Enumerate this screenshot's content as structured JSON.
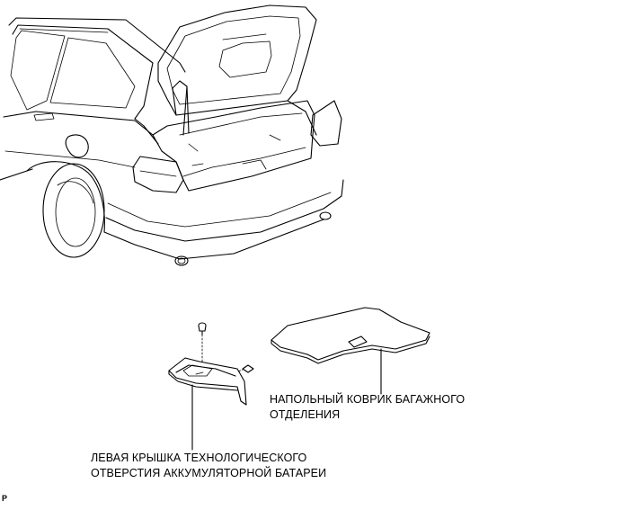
{
  "labels": {
    "mat_line1": "НАПОЛЬНЫЙ КОВРИК БАГАЖНОГО",
    "mat_line2": "ОТДЕЛЕНИЯ",
    "cover_line1": "ЛЕВАЯ КРЫШКА ТЕХНОЛОГИЧЕСКОГО",
    "cover_line2": "ОТВЕРСТИЯ АККУМУЛЯТОРНОЙ БАТАРЕИ",
    "figure_code": "P"
  }
}
